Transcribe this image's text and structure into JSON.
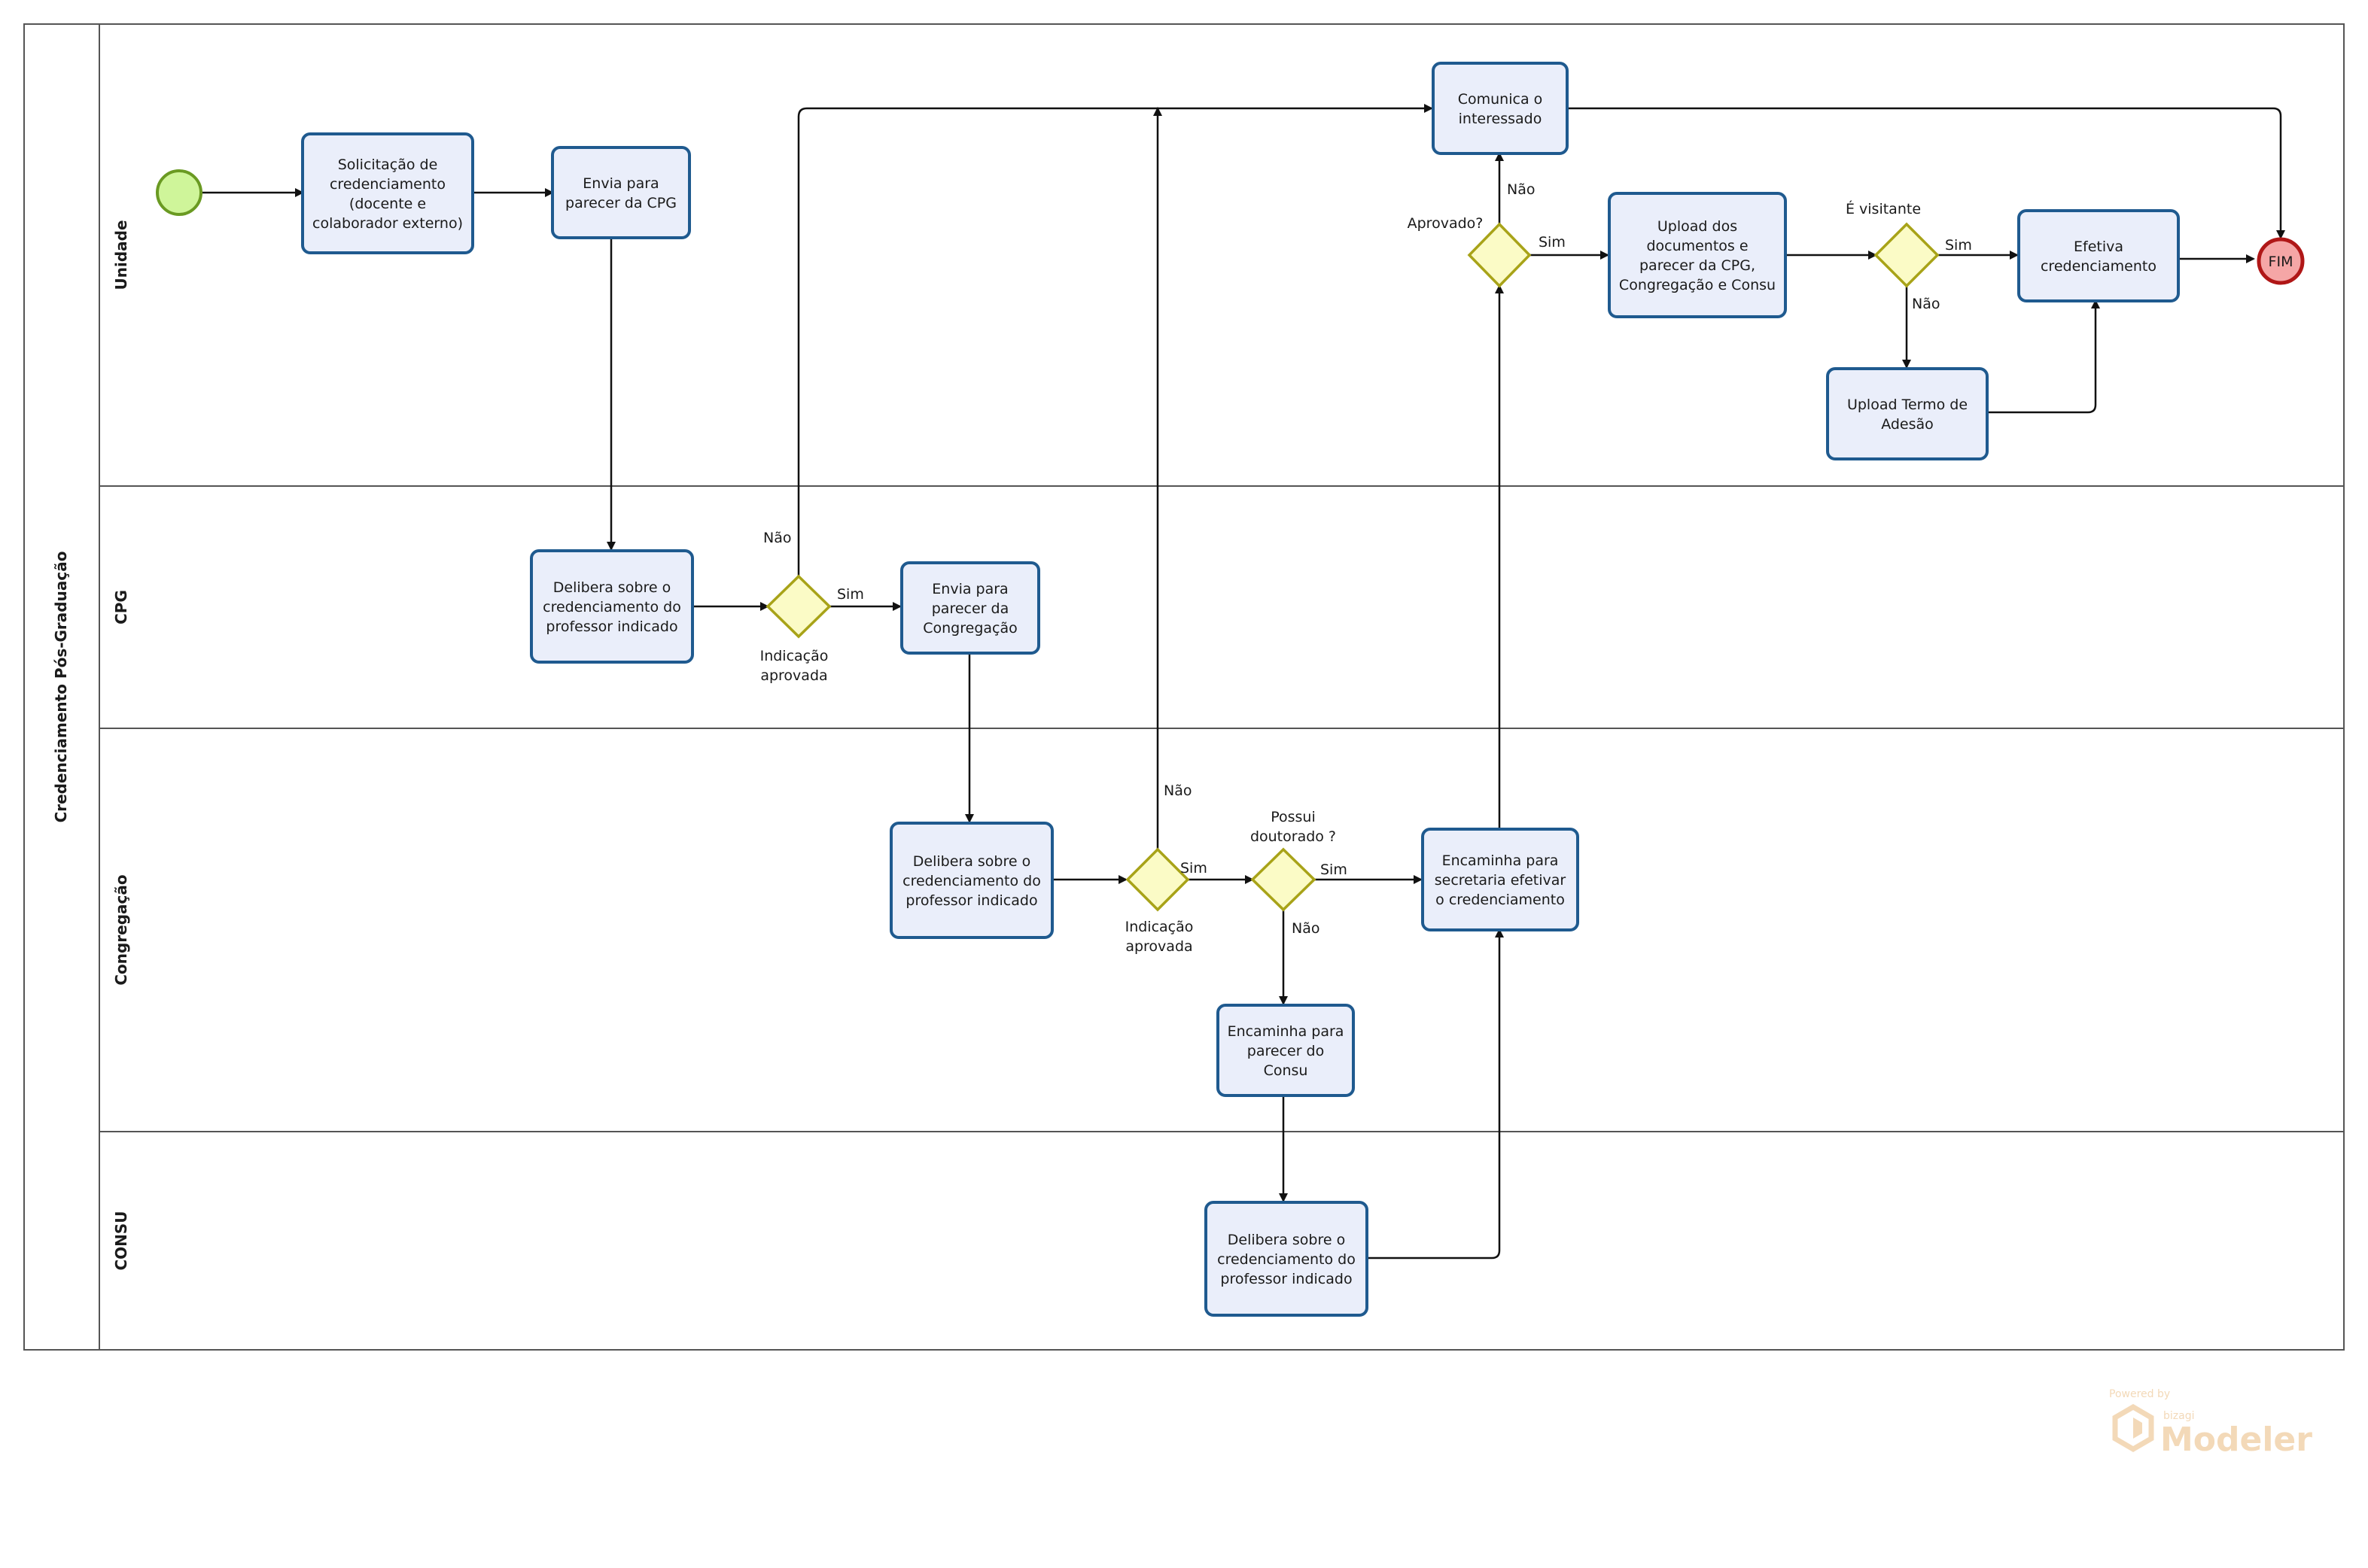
{
  "pool": {
    "title": "Credenciamento Pós-Graduação"
  },
  "lanes": [
    {
      "id": "unidade",
      "label": "Unidade"
    },
    {
      "id": "cpg",
      "label": "CPG"
    },
    {
      "id": "congregacao",
      "label": "Congregação"
    },
    {
      "id": "consu",
      "label": "CONSU"
    }
  ],
  "events": {
    "start": {
      "label": ""
    },
    "end": {
      "label": "FIM"
    }
  },
  "tasks": {
    "solicitacao": [
      "Solicitação de",
      "credenciamento",
      "(docente e",
      "colaborador externo)"
    ],
    "envia_cpg": [
      "Envia para",
      "parecer da CPG"
    ],
    "comunica": [
      "Comunica o",
      "interessado"
    ],
    "upload_docs": [
      "Upload dos",
      "documentos e",
      "parecer da CPG,",
      "Congregação e Consu"
    ],
    "efetiva": [
      "Efetiva",
      "credenciamento"
    ],
    "upload_termo": [
      "Upload Termo de",
      "Adesão"
    ],
    "delibera_cpg": [
      "Delibera sobre o",
      "credenciamento do",
      "professor indicado"
    ],
    "envia_congregacao": [
      "Envia para",
      "parecer da",
      "Congregação"
    ],
    "delibera_congregacao": [
      "Delibera sobre o",
      "credenciamento do",
      "professor indicado"
    ],
    "encaminha_secretaria": [
      "Encaminha para",
      "secretaria efetivar",
      "o credenciamento"
    ],
    "encaminha_consu": [
      "Encaminha para",
      "parecer do",
      "Consu"
    ],
    "delibera_consu": [
      "Delibera sobre o",
      "credenciamento do",
      "professor indicado"
    ]
  },
  "gateways": {
    "aprovado": [
      "Aprovado?"
    ],
    "visitante": [
      "É visitante"
    ],
    "indicacao_cpg": [
      "Indicação",
      "aprovada"
    ],
    "indicacao_congregacao": [
      "Indicação",
      "aprovada"
    ],
    "doutorado": [
      "Possui",
      "doutorado ?"
    ]
  },
  "flow_labels": {
    "aprovado_sim": "Sim",
    "aprovado_nao": "Não",
    "visitante_sim": "Sim",
    "visitante_nao": "Não",
    "cpg_sim": "Sim",
    "cpg_nao": "Não",
    "congregacao_sim": "Sim",
    "congregacao_nao": "Não",
    "doutorado_sim": "Sim",
    "doutorado_nao": "Não"
  },
  "watermark": {
    "powered": "Powered by",
    "brand": "bizagi",
    "product": "Modeler"
  }
}
